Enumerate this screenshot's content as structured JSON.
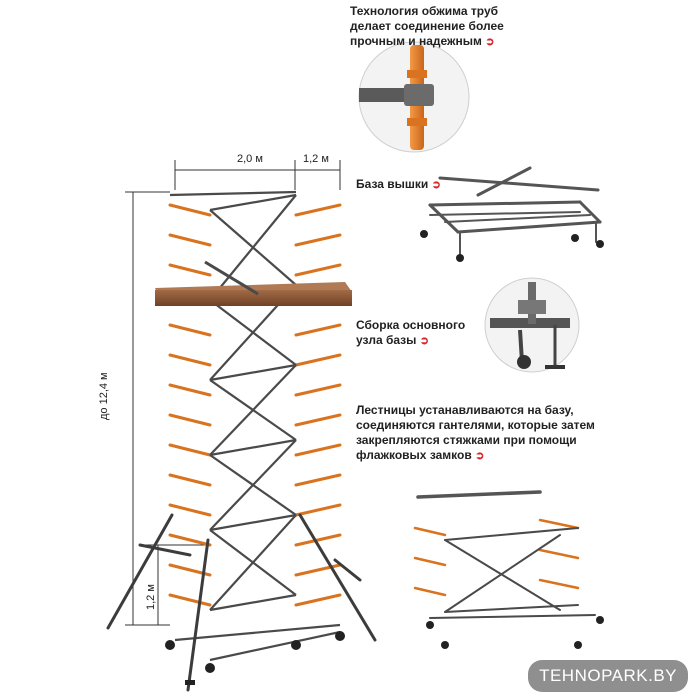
{
  "dimensions": {
    "width_label": "2,0 м",
    "depth_label": "1,2 м",
    "height_label": "до 12,4 м",
    "support_label": "1,2 м"
  },
  "captions": {
    "crimp": [
      "Технология обжима труб",
      "делает соединение более",
      "прочным и надежным"
    ],
    "base": [
      "База вышки"
    ],
    "assembly": [
      "Сборка основного",
      "узла базы"
    ],
    "ladders": [
      "Лестницы устанавливаются на базу,",
      "соединяются гантелями, которые затем",
      "закрепляются стяжками при помощи",
      "флажковых замков"
    ]
  },
  "watermark": "TEHNOPARK.BY",
  "colors": {
    "frame_orange": "#e8822a",
    "frame_dark": "#b85a14",
    "steel": "#555555",
    "platform": "#8a5a3a",
    "watermark_bg": "#8f8f8f",
    "marker": "#d8262b"
  },
  "icons": [
    "red-arrow-marker-icon"
  ]
}
